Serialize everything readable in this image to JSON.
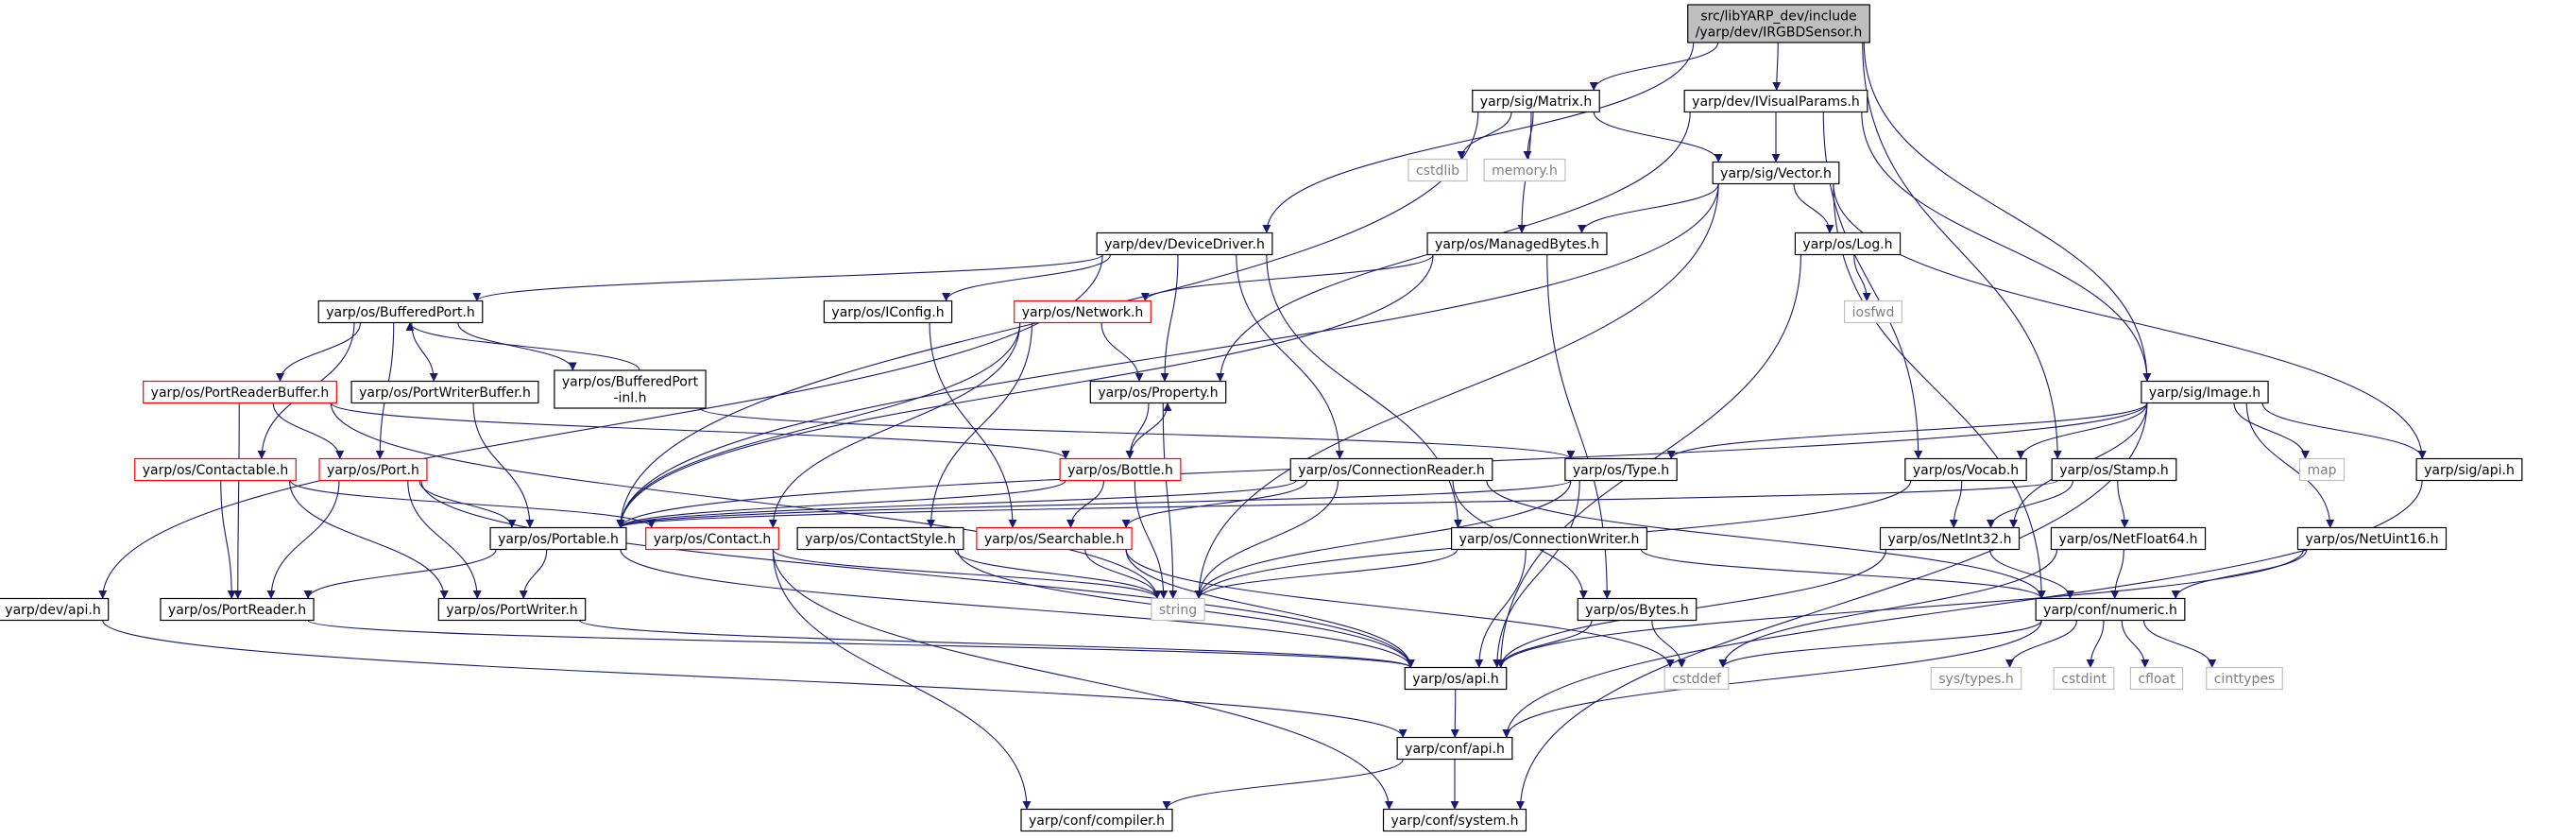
{
  "colors": {
    "edge": "#191970",
    "root_fill": "#bfbfbf",
    "normal_border": "#000000",
    "truncated_border": "#ff0000",
    "external_border": "#bfbfbf",
    "external_text": "#808080",
    "text": "#000000"
  },
  "nodes": [
    {
      "id": "root",
      "lines": [
        "src/libYARP_dev/include",
        "/yarp/dev/IRGBDSensor.h"
      ],
      "kind": "root"
    },
    {
      "id": "matrix",
      "lines": [
        "yarp/sig/Matrix.h"
      ],
      "kind": "normal"
    },
    {
      "id": "ivisual",
      "lines": [
        "yarp/dev/IVisualParams.h"
      ],
      "kind": "normal"
    },
    {
      "id": "cstdlib",
      "lines": [
        "cstdlib"
      ],
      "kind": "external"
    },
    {
      "id": "memory",
      "lines": [
        "memory.h"
      ],
      "kind": "external"
    },
    {
      "id": "vector",
      "lines": [
        "yarp/sig/Vector.h"
      ],
      "kind": "normal"
    },
    {
      "id": "devdriver",
      "lines": [
        "yarp/dev/DeviceDriver.h"
      ],
      "kind": "normal"
    },
    {
      "id": "managed",
      "lines": [
        "yarp/os/ManagedBytes.h"
      ],
      "kind": "normal"
    },
    {
      "id": "log",
      "lines": [
        "yarp/os/Log.h"
      ],
      "kind": "normal"
    },
    {
      "id": "iosfwd",
      "lines": [
        "iosfwd"
      ],
      "kind": "external"
    },
    {
      "id": "bufport",
      "lines": [
        "yarp/os/BufferedPort.h"
      ],
      "kind": "normal"
    },
    {
      "id": "iconfig",
      "lines": [
        "yarp/os/IConfig.h"
      ],
      "kind": "normal"
    },
    {
      "id": "network",
      "lines": [
        "yarp/os/Network.h"
      ],
      "kind": "truncated"
    },
    {
      "id": "prb",
      "lines": [
        "yarp/os/PortReaderBuffer.h"
      ],
      "kind": "truncated"
    },
    {
      "id": "pwb",
      "lines": [
        "yarp/os/PortWriterBuffer.h"
      ],
      "kind": "normal"
    },
    {
      "id": "bpinl",
      "lines": [
        "yarp/os/BufferedPort",
        "-inl.h"
      ],
      "kind": "normal"
    },
    {
      "id": "property",
      "lines": [
        "yarp/os/Property.h"
      ],
      "kind": "normal"
    },
    {
      "id": "image",
      "lines": [
        "yarp/sig/Image.h"
      ],
      "kind": "normal"
    },
    {
      "id": "contactable",
      "lines": [
        "yarp/os/Contactable.h"
      ],
      "kind": "truncated"
    },
    {
      "id": "port",
      "lines": [
        "yarp/os/Port.h"
      ],
      "kind": "truncated"
    },
    {
      "id": "bottle",
      "lines": [
        "yarp/os/Bottle.h"
      ],
      "kind": "truncated"
    },
    {
      "id": "connreader",
      "lines": [
        "yarp/os/ConnectionReader.h"
      ],
      "kind": "normal"
    },
    {
      "id": "type",
      "lines": [
        "yarp/os/Type.h"
      ],
      "kind": "normal"
    },
    {
      "id": "vocab",
      "lines": [
        "yarp/os/Vocab.h"
      ],
      "kind": "normal"
    },
    {
      "id": "stamp",
      "lines": [
        "yarp/os/Stamp.h"
      ],
      "kind": "normal"
    },
    {
      "id": "map",
      "lines": [
        "map"
      ],
      "kind": "external"
    },
    {
      "id": "sigapi",
      "lines": [
        "yarp/sig/api.h"
      ],
      "kind": "normal"
    },
    {
      "id": "portable",
      "lines": [
        "yarp/os/Portable.h"
      ],
      "kind": "normal"
    },
    {
      "id": "contact",
      "lines": [
        "yarp/os/Contact.h"
      ],
      "kind": "truncated"
    },
    {
      "id": "cstyle",
      "lines": [
        "yarp/os/ContactStyle.h"
      ],
      "kind": "normal"
    },
    {
      "id": "searchable",
      "lines": [
        "yarp/os/Searchable.h"
      ],
      "kind": "truncated"
    },
    {
      "id": "connwriter",
      "lines": [
        "yarp/os/ConnectionWriter.h"
      ],
      "kind": "normal"
    },
    {
      "id": "netint32",
      "lines": [
        "yarp/os/NetInt32.h"
      ],
      "kind": "normal"
    },
    {
      "id": "netfloat64",
      "lines": [
        "yarp/os/NetFloat64.h"
      ],
      "kind": "normal"
    },
    {
      "id": "netuint16",
      "lines": [
        "yarp/os/NetUint16.h"
      ],
      "kind": "normal"
    },
    {
      "id": "devapi",
      "lines": [
        "yarp/dev/api.h"
      ],
      "kind": "normal"
    },
    {
      "id": "preader",
      "lines": [
        "yarp/os/PortReader.h"
      ],
      "kind": "normal"
    },
    {
      "id": "pwriter",
      "lines": [
        "yarp/os/PortWriter.h"
      ],
      "kind": "normal"
    },
    {
      "id": "string",
      "lines": [
        "string"
      ],
      "kind": "external"
    },
    {
      "id": "bytes",
      "lines": [
        "yarp/os/Bytes.h"
      ],
      "kind": "normal"
    },
    {
      "id": "numeric",
      "lines": [
        "yarp/conf/numeric.h"
      ],
      "kind": "normal"
    },
    {
      "id": "osapi",
      "lines": [
        "yarp/os/api.h"
      ],
      "kind": "normal"
    },
    {
      "id": "cstddef",
      "lines": [
        "cstddef"
      ],
      "kind": "external"
    },
    {
      "id": "systypes",
      "lines": [
        "sys/types.h"
      ],
      "kind": "external"
    },
    {
      "id": "cstdint",
      "lines": [
        "cstdint"
      ],
      "kind": "external"
    },
    {
      "id": "cfloat",
      "lines": [
        "cfloat"
      ],
      "kind": "external"
    },
    {
      "id": "cinttypes",
      "lines": [
        "cinttypes"
      ],
      "kind": "external"
    },
    {
      "id": "confapi",
      "lines": [
        "yarp/conf/api.h"
      ],
      "kind": "normal"
    },
    {
      "id": "compiler",
      "lines": [
        "yarp/conf/compiler.h"
      ],
      "kind": "normal"
    },
    {
      "id": "system",
      "lines": [
        "yarp/conf/system.h"
      ],
      "kind": "normal"
    }
  ],
  "edges": [
    [
      "root",
      "matrix"
    ],
    [
      "root",
      "ivisual"
    ],
    [
      "root",
      "devdriver"
    ],
    [
      "root",
      "image"
    ],
    [
      "root",
      "stamp"
    ],
    [
      "matrix",
      "cstdlib"
    ],
    [
      "matrix",
      "memory"
    ],
    [
      "matrix",
      "vector"
    ],
    [
      "matrix",
      "managed"
    ],
    [
      "matrix",
      "portable"
    ],
    [
      "ivisual",
      "vector"
    ],
    [
      "ivisual",
      "image"
    ],
    [
      "ivisual",
      "property"
    ],
    [
      "ivisual",
      "vocab"
    ],
    [
      "vector",
      "managed"
    ],
    [
      "vector",
      "log"
    ],
    [
      "vector",
      "string"
    ],
    [
      "vector",
      "portable"
    ],
    [
      "vector",
      "sigapi"
    ],
    [
      "vector",
      "numeric"
    ],
    [
      "devdriver",
      "bufport"
    ],
    [
      "devdriver",
      "iconfig"
    ],
    [
      "devdriver",
      "property"
    ],
    [
      "devdriver",
      "connreader"
    ],
    [
      "devdriver",
      "connwriter"
    ],
    [
      "devdriver",
      "devapi"
    ],
    [
      "managed",
      "network"
    ],
    [
      "managed",
      "bytes"
    ],
    [
      "managed",
      "portable"
    ],
    [
      "log",
      "iosfwd"
    ],
    [
      "log",
      "osapi"
    ],
    [
      "bufport",
      "prb"
    ],
    [
      "bufport",
      "pwb"
    ],
    [
      "bufport",
      "bpinl"
    ],
    [
      "bufport",
      "contactable"
    ],
    [
      "bufport",
      "port"
    ],
    [
      "bpinl",
      "bufport"
    ],
    [
      "bpinl",
      "type"
    ],
    [
      "iconfig",
      "searchable"
    ],
    [
      "network",
      "property"
    ],
    [
      "network",
      "portable"
    ],
    [
      "network",
      "contact"
    ],
    [
      "network",
      "cstyle"
    ],
    [
      "prb",
      "port"
    ],
    [
      "prb",
      "bottle"
    ],
    [
      "prb",
      "preader"
    ],
    [
      "prb",
      "string"
    ],
    [
      "pwb",
      "portable"
    ],
    [
      "property",
      "bottle"
    ],
    [
      "property",
      "string"
    ],
    [
      "bottle",
      "property"
    ],
    [
      "bottle",
      "portable"
    ],
    [
      "bottle",
      "searchable"
    ],
    [
      "bottle",
      "string"
    ],
    [
      "image",
      "vocab"
    ],
    [
      "image",
      "type"
    ],
    [
      "image",
      "netint32"
    ],
    [
      "image",
      "netuint16"
    ],
    [
      "image",
      "map"
    ],
    [
      "image",
      "sigapi"
    ],
    [
      "image",
      "system"
    ],
    [
      "image",
      "portable"
    ],
    [
      "contactable",
      "contact"
    ],
    [
      "contactable",
      "preader"
    ],
    [
      "contactable",
      "pwriter"
    ],
    [
      "port",
      "portable"
    ],
    [
      "port",
      "preader"
    ],
    [
      "port",
      "pwriter"
    ],
    [
      "port",
      "osapi"
    ],
    [
      "connreader",
      "portable"
    ],
    [
      "connreader",
      "searchable"
    ],
    [
      "connreader",
      "bytes"
    ],
    [
      "connreader",
      "numeric"
    ],
    [
      "connreader",
      "string"
    ],
    [
      "type",
      "portable"
    ],
    [
      "type",
      "osapi"
    ],
    [
      "type",
      "string"
    ],
    [
      "vocab",
      "netint32"
    ],
    [
      "vocab",
      "string"
    ],
    [
      "stamp",
      "netint32"
    ],
    [
      "stamp",
      "netfloat64"
    ],
    [
      "stamp",
      "portable"
    ],
    [
      "sigapi",
      "confapi"
    ],
    [
      "portable",
      "preader"
    ],
    [
      "portable",
      "pwriter"
    ],
    [
      "portable",
      "osapi"
    ],
    [
      "contact",
      "string"
    ],
    [
      "contact",
      "compiler"
    ],
    [
      "contact",
      "system"
    ],
    [
      "cstyle",
      "string"
    ],
    [
      "cstyle",
      "osapi"
    ],
    [
      "searchable",
      "string"
    ],
    [
      "searchable",
      "osapi"
    ],
    [
      "searchable",
      "cstddef"
    ],
    [
      "connwriter",
      "numeric"
    ],
    [
      "connwriter",
      "osapi"
    ],
    [
      "connwriter",
      "string"
    ],
    [
      "netint32",
      "numeric"
    ],
    [
      "netint32",
      "osapi"
    ],
    [
      "netfloat64",
      "numeric"
    ],
    [
      "netfloat64",
      "cstddef"
    ],
    [
      "netuint16",
      "numeric"
    ],
    [
      "netuint16",
      "osapi"
    ],
    [
      "devapi",
      "confapi"
    ],
    [
      "preader",
      "osapi"
    ],
    [
      "pwriter",
      "osapi"
    ],
    [
      "bytes",
      "osapi"
    ],
    [
      "bytes",
      "cstddef"
    ],
    [
      "numeric",
      "systypes"
    ],
    [
      "numeric",
      "cstdint"
    ],
    [
      "numeric",
      "cfloat"
    ],
    [
      "numeric",
      "cinttypes"
    ],
    [
      "numeric",
      "cstddef"
    ],
    [
      "numeric",
      "confapi"
    ],
    [
      "osapi",
      "confapi"
    ],
    [
      "confapi",
      "compiler"
    ],
    [
      "confapi",
      "system"
    ]
  ]
}
